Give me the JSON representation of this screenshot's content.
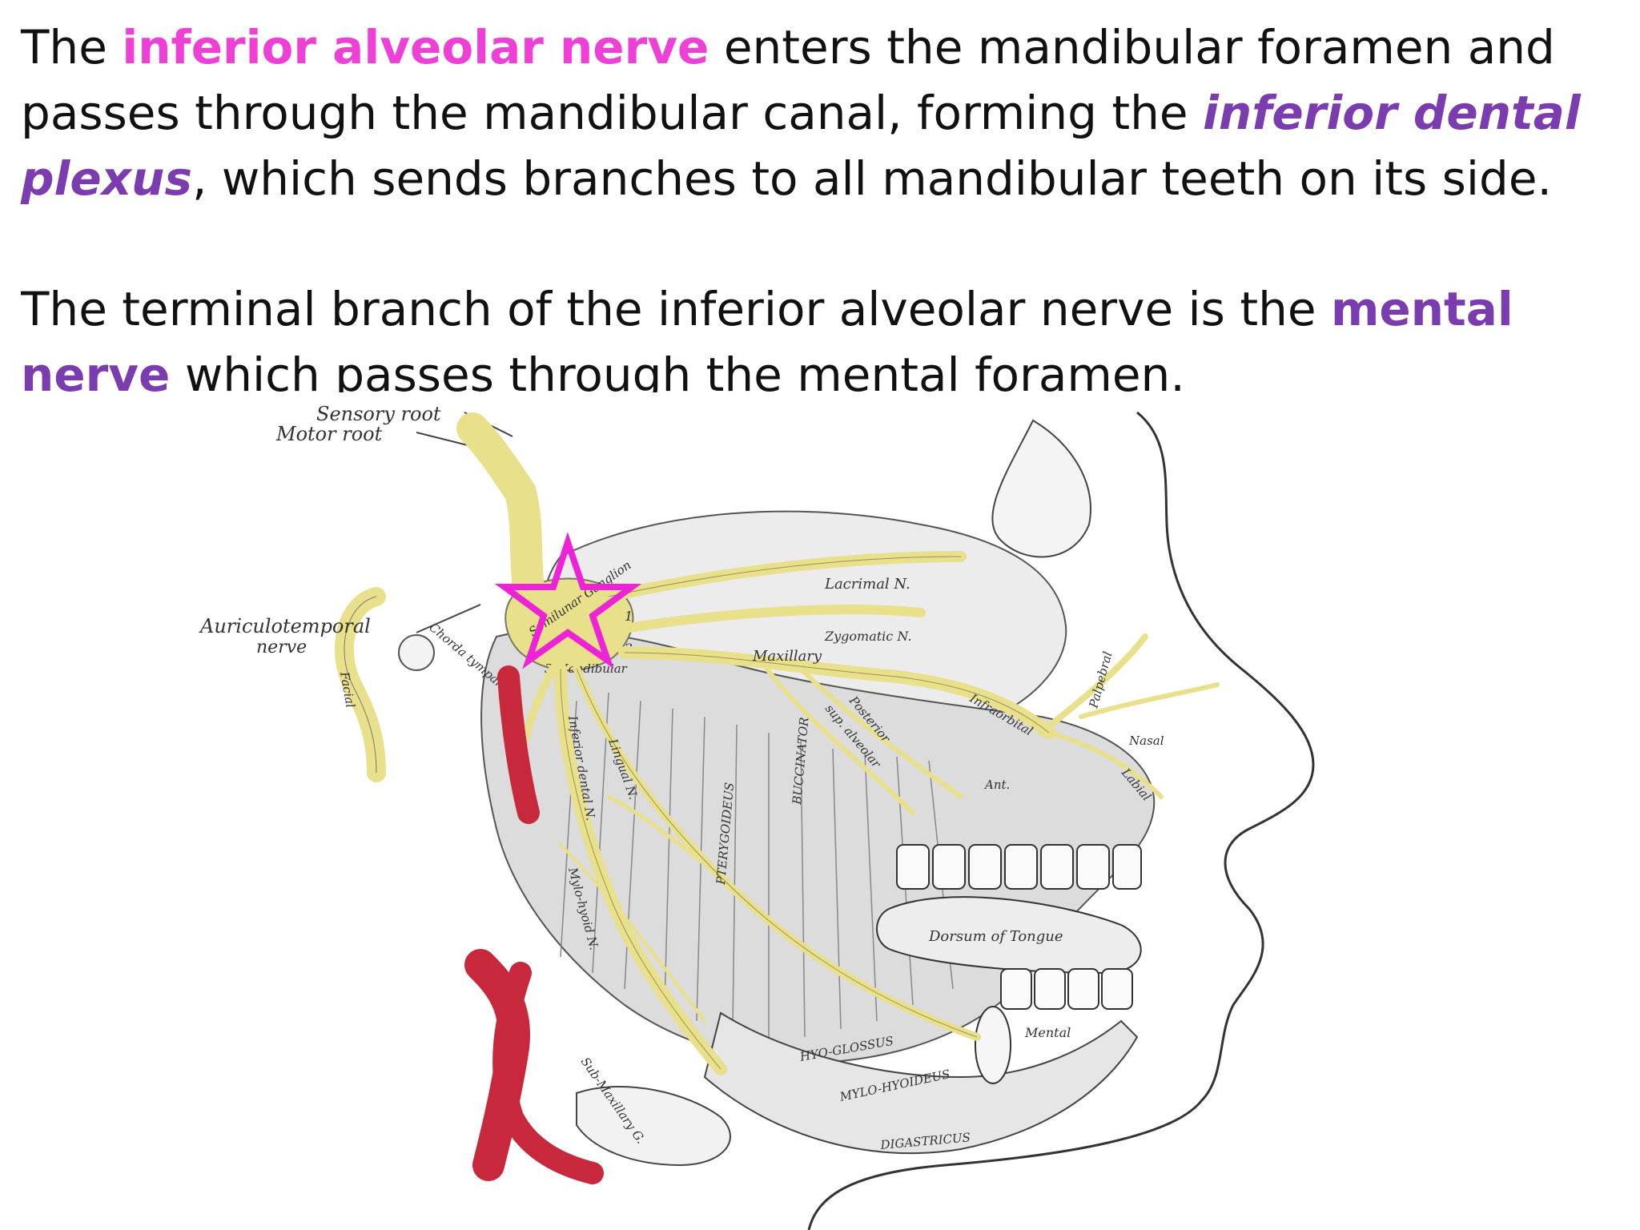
{
  "paragraph1": {
    "p1": "The ",
    "h1": "inferior alveolar nerve",
    "p2": " enters the mandibular foramen and passes through the mandibular canal, forming the ",
    "h2": "inferior dental plexus",
    "p3": ", which sends branches to all mandibular teeth on its side."
  },
  "paragraph2": {
    "p1": "The terminal branch of the inferior alveolar nerve is the ",
    "h1": "mental nerve",
    "p2": " which passes through the mental foramen."
  },
  "colors": {
    "pink_highlight": "#ee3fd6",
    "purple_highlight": "#7a3cae",
    "nerve": "#e8e08a",
    "artery": "#c8283c",
    "star": "#ee22d6"
  },
  "diagram": {
    "labels": {
      "sensory_root": "Sensory root",
      "motor_root": "Motor root",
      "auriculotemporal": "Auriculotemporal",
      "nerve": "nerve",
      "lacrimal": "Lacrimal N.",
      "zygomatic": "Zygomatic N.",
      "maxillary": "Maxillary",
      "semilunar_ganglion": "Semilunar Ganglion",
      "mandibular": "3 Mandibular",
      "posterior": "Posterior",
      "sup_alveolar": "sup. alveolar",
      "nasal": "Nasal",
      "labial": "Labial",
      "palpebral": "Palpebral",
      "infraorbital": "Infraorbital",
      "ant": "Ant.",
      "dorsum_of_tongue": "Dorsum of Tongue",
      "mental": "Mental",
      "digastricus": "DIGASTRICUS",
      "hyoglossus": "HYO-GLOSSUS",
      "mylohyoideus": "MYLO-HYOIDEUS",
      "submaxillary": "Sub-Maxillary G.",
      "inferior_dental": "Inferior dental N.",
      "lingual": "Lingual N.",
      "mylo_hyoid_n": "Mylo-hyoid N.",
      "buccinator": "BUCCINATOR",
      "pterygoideus": "PTERYGOIDEUS",
      "facial": "Facial",
      "chorda_tympani": "Chorda tympani",
      "num1": "1",
      "num2": "2"
    }
  }
}
